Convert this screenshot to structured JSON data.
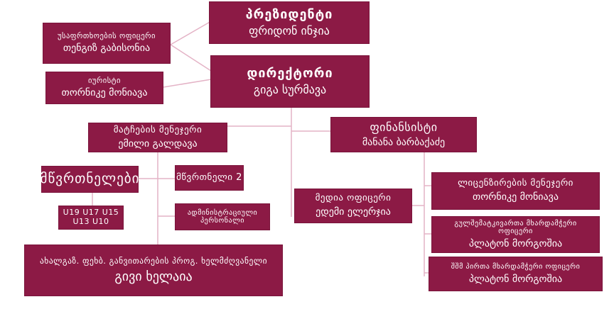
{
  "boxes": {
    "president": {
      "title": "პრეზიდენტი",
      "name": "ფრიდონ ინჯია"
    },
    "director": {
      "title": "დირექტორი",
      "name": "გიგა სურმავა"
    },
    "safety_officer": {
      "title": "უსაფრთხოების ოფიცერი",
      "name": "თენგიზ გაბისონია"
    },
    "lawyer": {
      "title": "იურისტი",
      "name": "თორნიკე მონიავა"
    },
    "match_manager": {
      "title": "მატჩების მენეჯერი",
      "name": "ემილი გალდავა"
    },
    "financier": {
      "title": "ფინანსისტი",
      "name": "მანანა ბარბაქაძე"
    },
    "coaches": {
      "title": "მწვრთნელები"
    },
    "coach2": {
      "title": "მწვრთნელი 2"
    },
    "age_groups": {
      "line1": "U19 U17 U15",
      "line2": "U13 U10"
    },
    "admin_staff": {
      "line1": "ადმინისტრაციული",
      "line2": "პერსონალი"
    },
    "media_officer": {
      "title": "მედია ოფიცერი",
      "name": "ედემი ელერჯია"
    },
    "licensing_manager": {
      "title": "ლიცენზირების მენეჯერი",
      "name": "თორნიკე მონიავა"
    },
    "youth_head": {
      "title": "ახალგაზ. ფეხბ. განვითარების პროგ. ხელმძღვანელი",
      "name": "გივი ხელაია"
    },
    "disabled_officer": {
      "title": "შშმ პირთა მხარდამჭერი ოფიცერი",
      "name": "პლატონ მორგოშია"
    },
    "supporters_officer": {
      "title_line1": "გულშემატკივართა მხარდამჭერი",
      "title_line2": "ოფიცერი",
      "name": "პლატონ მორგოშია"
    }
  }
}
